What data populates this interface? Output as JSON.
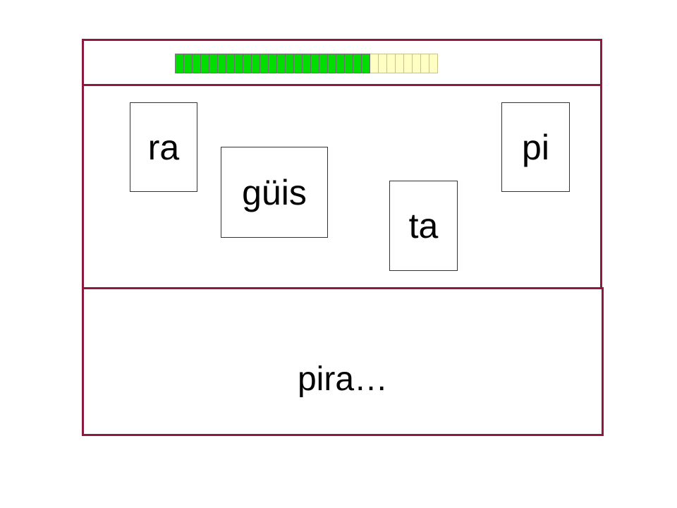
{
  "progress": {
    "total_segments": 31,
    "filled_segments": 23,
    "filled_color": "#00dd00",
    "empty_color": "#ffffc4"
  },
  "tiles": [
    {
      "id": "ra",
      "label": "ra"
    },
    {
      "id": "guis",
      "label": "güis"
    },
    {
      "id": "ta",
      "label": "ta"
    },
    {
      "id": "pi",
      "label": "pi"
    }
  ],
  "answer": {
    "text": "pira…"
  },
  "colors": {
    "frame": "#8b1a3c"
  }
}
